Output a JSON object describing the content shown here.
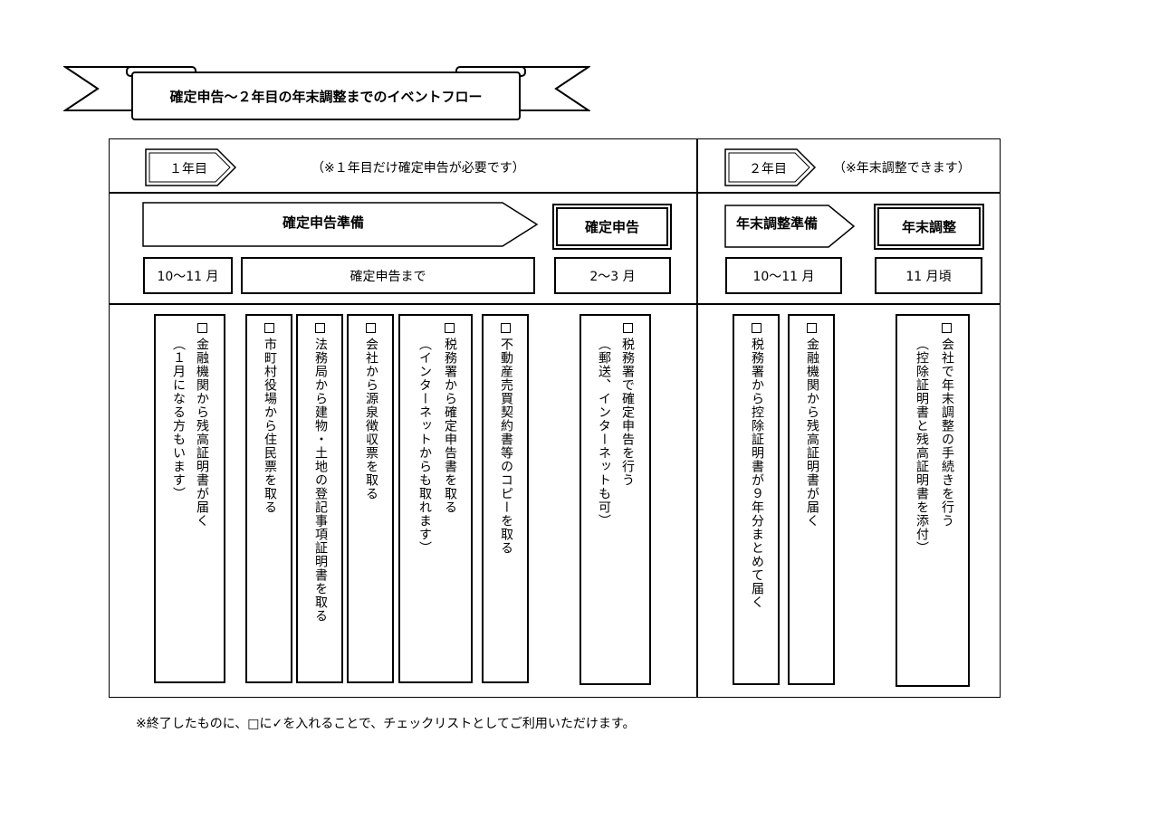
{
  "banner_title": "確定申告～２年目の年末調整までのイベントフロー",
  "year1": {
    "tag": "１年目",
    "note": "（※１年目だけ確定申告が必要です）",
    "phase_prep": "確定申告準備",
    "phase_filing": "確定申告",
    "period_prep": "10～11 月",
    "period_until": "確定申告まで",
    "period_filing": "2～3 月"
  },
  "year2": {
    "tag": "２年目",
    "note": "（※年末調整できます）",
    "phase_prep": "年末調整準備",
    "phase_adjust": "年末調整",
    "period_prep": "10～11 月",
    "period_adjust": "11 月頃"
  },
  "tasks": {
    "t1_main": "金融機関から残高証明書が届く",
    "t1_sub": "（１月になる方もいます）",
    "t2_main": "市町村役場から住民票を取る",
    "t3_main": "法務局から建物・土地の登記事項証明書を取る",
    "t4_main": "会社から源泉徴収票を取る",
    "t5_main": "税務署から確定申告書を取る",
    "t5_sub": "（インターネットからも取れます）",
    "t6_main": "不動産売買契約書等のコピーを取る",
    "t7_main": "税務署で確定申告を行う",
    "t7_sub": "（郵送、インターネットも可）",
    "t8_main": "税務署から控除証明書が９年分まとめて届く",
    "t9_main": "金融機関から残高証明書が届く",
    "t10_main": "会社で年末調整の手続きを行う",
    "t10_sub": "（控除証明書と残高証明書を添付）"
  },
  "footer_note": "※終了したものに、□に✓を入れることで、チェックリストとしてご利用いただけます。",
  "colors": {
    "ink": "#000000",
    "paper": "#ffffff"
  }
}
